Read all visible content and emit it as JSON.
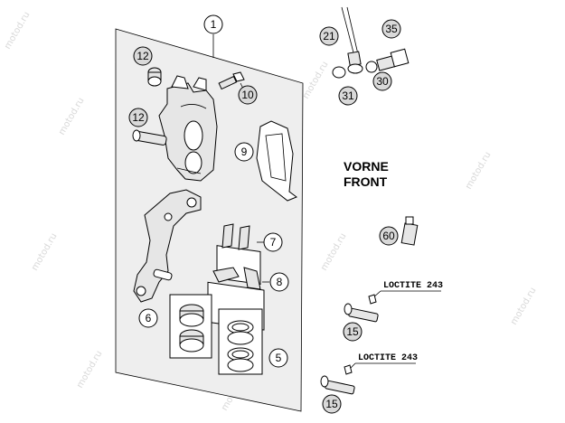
{
  "diagram": {
    "callouts": {
      "c1": "1",
      "c5": "5",
      "c6": "6",
      "c7": "7",
      "c8": "8",
      "c9": "9",
      "c10": "10",
      "c12a": "12",
      "c12b": "12",
      "c15a": "15",
      "c15b": "15",
      "c21": "21",
      "c30": "30",
      "c31": "31",
      "c35": "35",
      "c60": "60"
    },
    "caption": {
      "line1": "VORNE",
      "line2": "FRONT"
    },
    "loctite": {
      "upper": "LOCTITE 243",
      "lower": "LOCTITE 243"
    },
    "watermark": "motod.ru",
    "colors": {
      "panel": "#eeeeee",
      "callout_fill": "#ffffff",
      "callout_fill_grey": "#d9d9d9",
      "ink": "#000000"
    }
  }
}
